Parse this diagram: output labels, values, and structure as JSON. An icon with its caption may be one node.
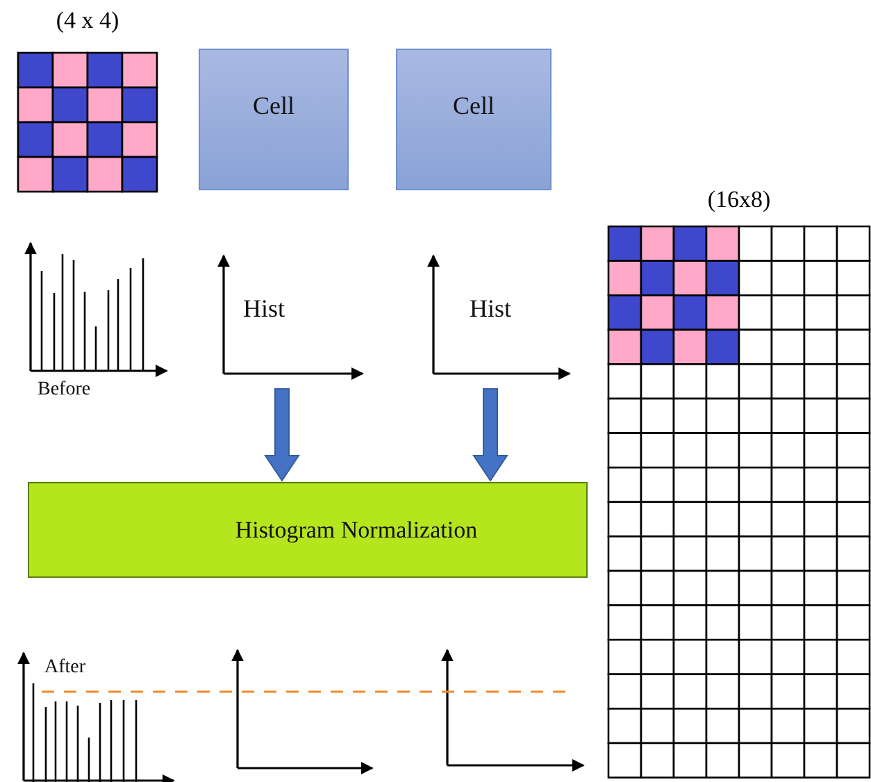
{
  "diagram": {
    "nodes": [
      {
        "text": [
          "(4 x 4)"
        ]
      },
      {
        "text": [
          "Cell"
        ]
      },
      {
        "text": [
          "Cell"
        ]
      },
      {
        "text": [
          "Hist"
        ]
      },
      {
        "text": [
          "Hist"
        ]
      },
      {
        "text": [
          "Histogram Normalization"
        ]
      },
      {
        "text": [
          "(16x8)"
        ]
      }
    ],
    "edges": [
      {
        "from": 3,
        "to": 5,
        "arrow": "to",
        "style": "thick",
        "color": "#4472c4"
      },
      {
        "from": 4,
        "to": 5,
        "arrow": "to",
        "style": "thick",
        "color": "#4472c4"
      }
    ],
    "labels": [
      "Before",
      "After"
    ]
  }
}
